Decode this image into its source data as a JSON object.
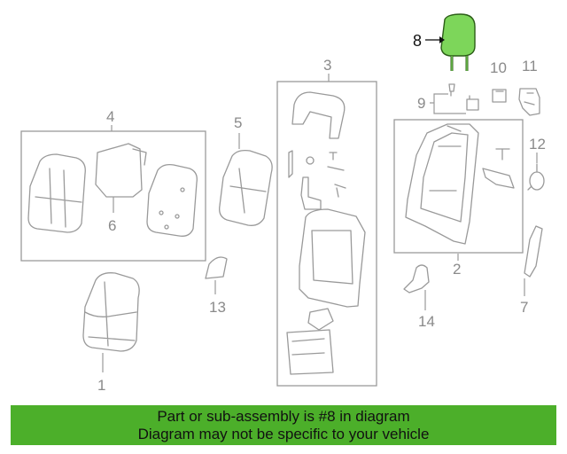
{
  "diagram": {
    "highlight_color": "#7dd65a",
    "callouts": {
      "c1": "1",
      "c2": "2",
      "c3": "3",
      "c4": "4",
      "c5": "5",
      "c6": "6",
      "c7": "7",
      "c8": "8",
      "c9": "9",
      "c10": "10",
      "c11": "11",
      "c12": "12",
      "c13": "13",
      "c14": "14"
    }
  },
  "banner": {
    "background": "#4caf2a",
    "line1": "Part or sub-assembly is #8 in diagram",
    "line2": "Diagram may not be specific to your vehicle"
  }
}
